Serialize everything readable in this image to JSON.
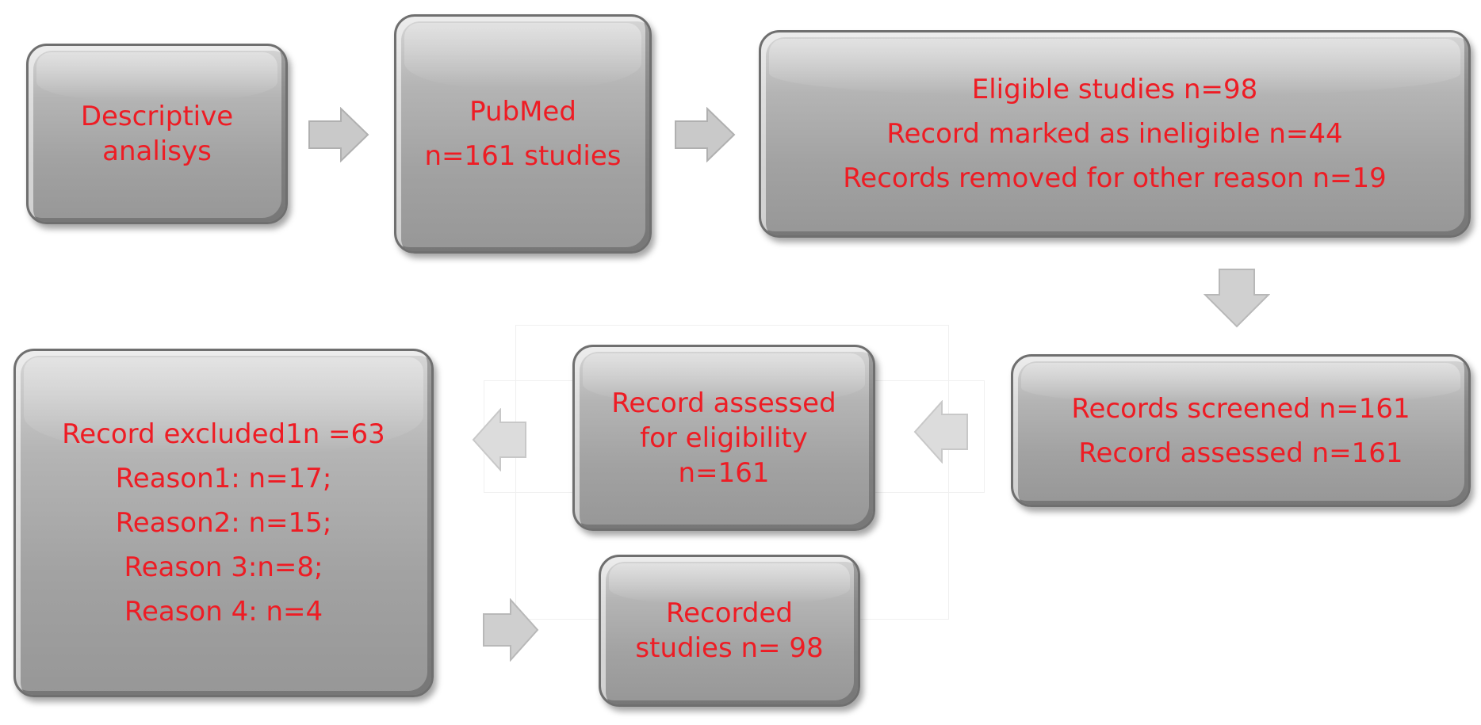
{
  "colors": {
    "text": "#ee1c24",
    "box_fill": "#a6a6a6",
    "box_border": "#6f6f6f",
    "arrow": "#c8c8c8"
  },
  "boxes": {
    "descriptive": {
      "lines": [
        "Descriptive",
        "analisys"
      ]
    },
    "pubmed": {
      "lines": [
        "PubMed",
        "n=161 studies"
      ]
    },
    "eligible": {
      "lines": [
        "Eligible studies n=98",
        "Record marked as ineligible n=44",
        "Records removed for other reason n=19"
      ]
    },
    "screened": {
      "lines": [
        "Records screened n=161",
        "Record assessed n=161"
      ]
    },
    "assessed": {
      "lines": [
        "Record assessed",
        "for eligibility",
        "n=161"
      ]
    },
    "excluded": {
      "lines": [
        "Record excluded1n =63",
        "Reason1: n=17;",
        "Reason2: n=15;",
        "Reason 3:n=8;",
        "Reason 4: n=4"
      ]
    },
    "recorded": {
      "lines": [
        "Recorded",
        "studies n= 98"
      ]
    }
  },
  "arrows": [
    "arrow-right-icon",
    "arrow-right-icon",
    "arrow-down-icon",
    "arrow-left-icon",
    "arrow-left-icon",
    "arrow-right-icon"
  ]
}
